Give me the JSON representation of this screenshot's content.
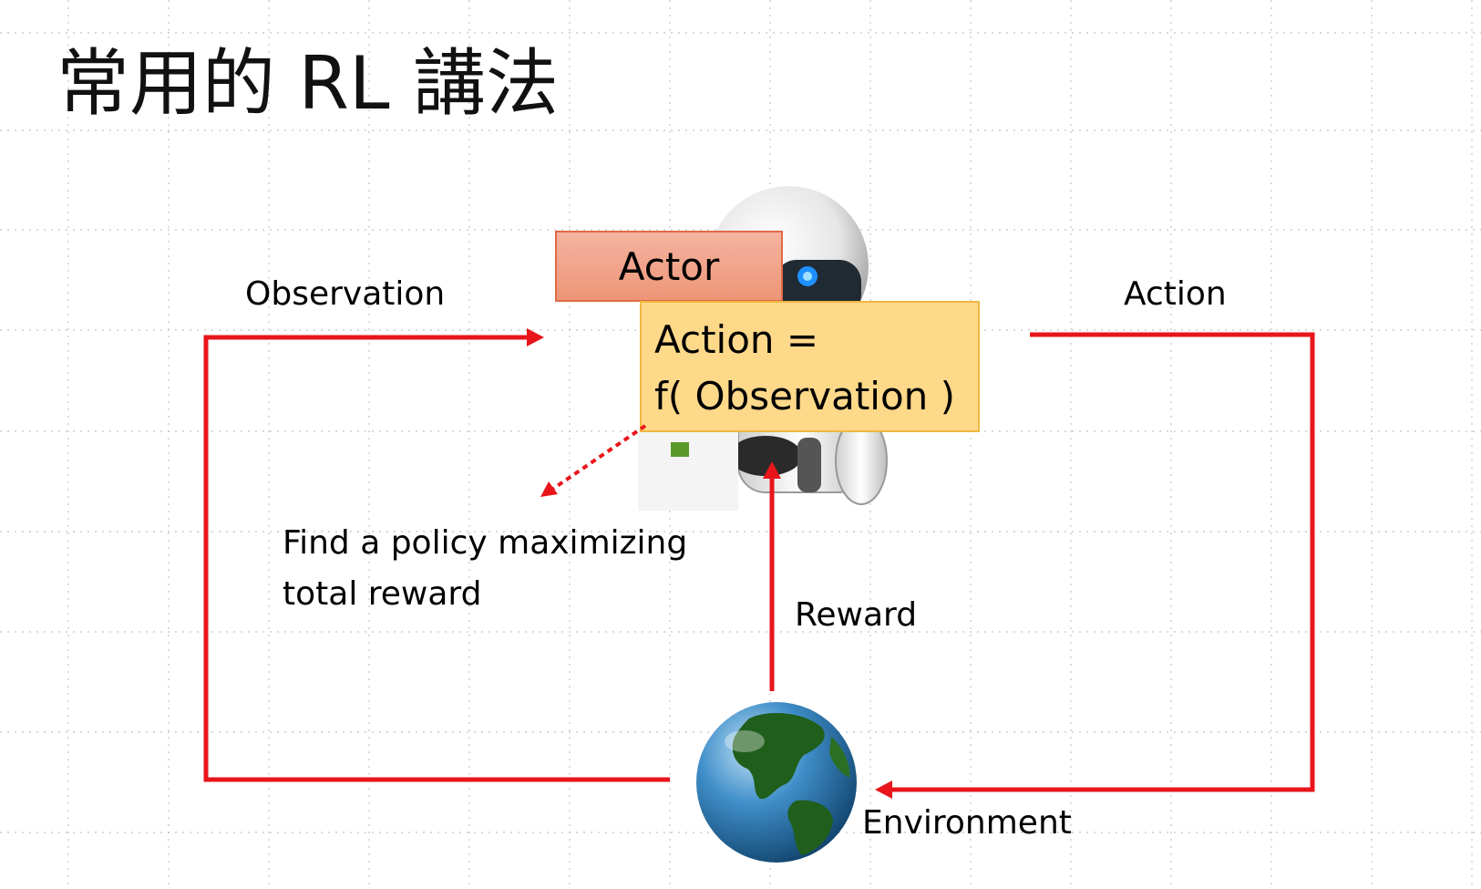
{
  "title": "常用的 RL 講法",
  "actor": {
    "label": "Actor",
    "function_line1": "Action =",
    "function_line2": "f( Observation )"
  },
  "labels": {
    "observation": "Observation",
    "action": "Action",
    "reward": "Reward",
    "environment": "Environment"
  },
  "policy_note": {
    "line1": "Find a policy maximizing",
    "line2": "total reward"
  },
  "icons": {
    "actor": "robot-icon",
    "environment": "earth-globe-icon"
  },
  "colors": {
    "arrow": "#e8161b",
    "actor_box": "#f4a78c",
    "function_box": "#ffd98a",
    "grid": "#c8c8c8"
  }
}
